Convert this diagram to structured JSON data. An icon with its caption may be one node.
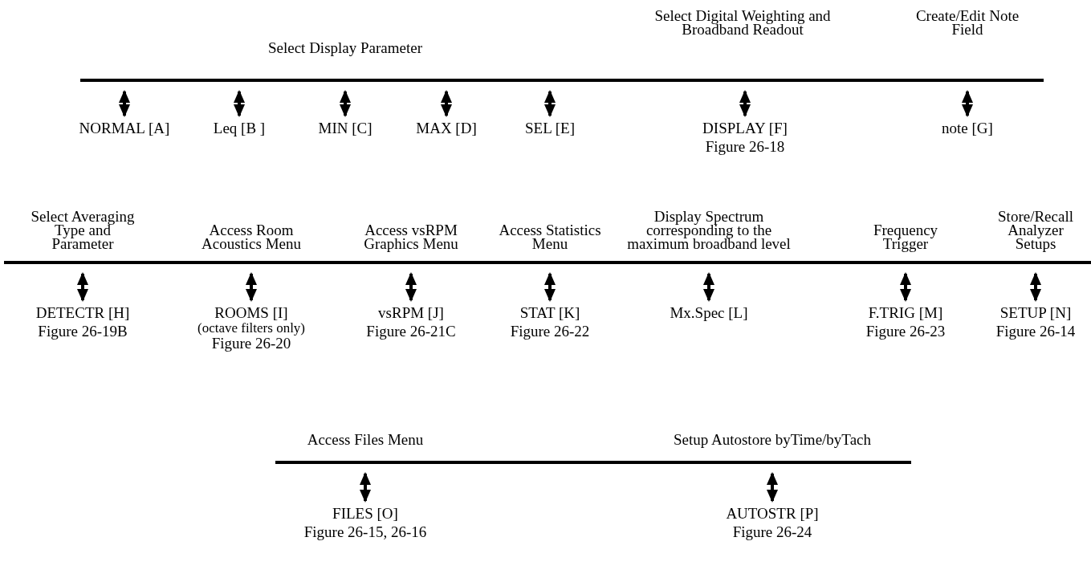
{
  "diagram": {
    "nodes": [
      {
        "text": [],
        "shape": "bar"
      },
      {
        "text": [
          "NORMAL [A]"
        ]
      },
      {
        "text": [
          "Leq [B ]"
        ]
      },
      {
        "text": [
          "MIN [C]"
        ]
      },
      {
        "text": [
          "MAX [D]"
        ]
      },
      {
        "text": [
          "SEL [E]"
        ]
      },
      {
        "text": [
          "DISPLAY [F]",
          "Figure 26-18"
        ]
      },
      {
        "text": [
          "note [G]"
        ]
      },
      {
        "text": [],
        "shape": "bar"
      },
      {
        "text": [
          "DETECTR [H]",
          "Figure 26-19B"
        ]
      },
      {
        "text": [
          "ROOMS [I]",
          "(octave filters only)",
          "Figure 26-20"
        ]
      },
      {
        "text": [
          "vsRPM [J]",
          "Figure 26-21C"
        ]
      },
      {
        "text": [
          "STAT [K]",
          "Figure 26-22"
        ]
      },
      {
        "text": [
          "Mx.Spec [L]"
        ]
      },
      {
        "text": [
          "F.TRIG [M]",
          "Figure 26-23"
        ]
      },
      {
        "text": [
          "SETUP [N]",
          "Figure 26-14"
        ]
      },
      {
        "text": [],
        "shape": "bar"
      },
      {
        "text": [
          "FILES [O]",
          "Figure 26-15, 26-16"
        ]
      },
      {
        "text": [
          "AUTOSTR [P]",
          "Figure 26-24"
        ]
      }
    ],
    "edges": [
      {
        "from": 0,
        "to": 1,
        "arrow": "both"
      },
      {
        "from": 0,
        "to": 2,
        "arrow": "both"
      },
      {
        "from": 0,
        "to": 3,
        "arrow": "both"
      },
      {
        "from": 0,
        "to": 4,
        "arrow": "both"
      },
      {
        "from": 0,
        "to": 5,
        "arrow": "both"
      },
      {
        "from": 0,
        "to": 6,
        "arrow": "both"
      },
      {
        "from": 0,
        "to": 7,
        "arrow": "both"
      },
      {
        "from": 8,
        "to": 9,
        "arrow": "both"
      },
      {
        "from": 8,
        "to": 10,
        "arrow": "both"
      },
      {
        "from": 8,
        "to": 11,
        "arrow": "both"
      },
      {
        "from": 8,
        "to": 12,
        "arrow": "both"
      },
      {
        "from": 8,
        "to": 13,
        "arrow": "both"
      },
      {
        "from": 8,
        "to": 14,
        "arrow": "both"
      },
      {
        "from": 8,
        "to": 15,
        "arrow": "both"
      },
      {
        "from": 16,
        "to": 17,
        "arrow": "both"
      },
      {
        "from": 16,
        "to": 18,
        "arrow": "both"
      }
    ],
    "labels": [
      "Select Display Parameter",
      "Select Digital Weighting and Broadband Readout",
      "Create/Edit Note Field",
      "Select Averaging Type and Parameter",
      "Access Room Acoustics Menu",
      "Access vsRPM Graphics Menu",
      "Access Statistics Menu",
      "Display Spectrum corresponding to the maximum broadband level",
      "Frequency Trigger",
      "Store/Recall Analyzer Setups",
      "Access Files Menu",
      "Setup Autostore byTime/byTach"
    ]
  }
}
